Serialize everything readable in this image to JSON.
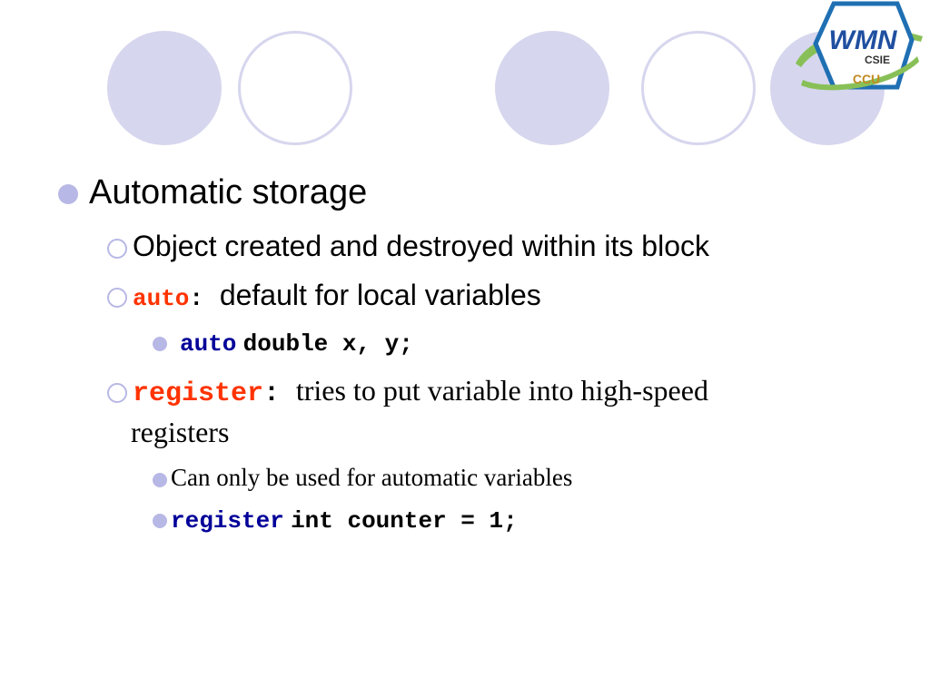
{
  "logo": {
    "text_main": "WMN",
    "text_sub1": "CSIE",
    "text_sub2": "CCU"
  },
  "bullets": {
    "level1": {
      "text": "Automatic storage"
    },
    "sub1": {
      "text": "Object created and destroyed within its block"
    },
    "sub2": {
      "keyword": "auto",
      "colon": ":",
      "text": "default for local variables"
    },
    "sub2_child": {
      "keyword": "auto",
      "rest": "double x, y;"
    },
    "sub3": {
      "keyword": "register",
      "colon": ":",
      "text_line1": "tries to put variable into high-speed",
      "text_line2": "registers"
    },
    "sub3_child1": {
      "text": "Can only be used for automatic variables"
    },
    "sub3_child2": {
      "keyword": "register",
      "rest": "int counter = 1;"
    }
  }
}
